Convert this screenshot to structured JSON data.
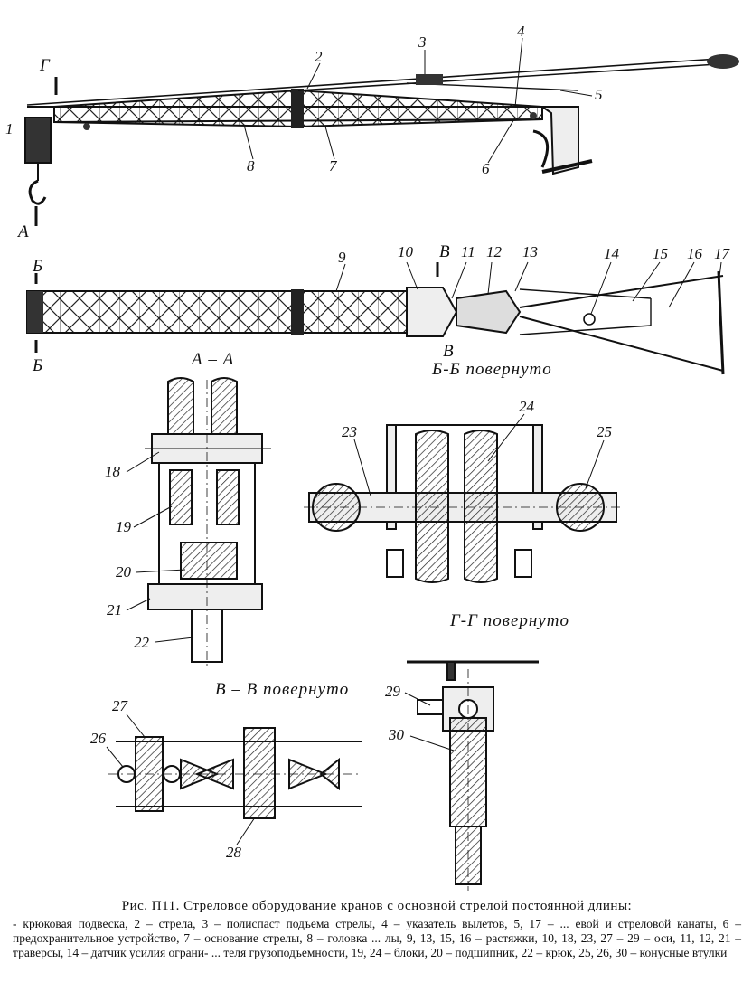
{
  "figure": {
    "title": "Рис. П11. Стреловое оборудование кранов с основной стрелой постоянной длины:",
    "legend": "- крюковая подвеска, 2 – стрела, 3 – полиспаст подъема стрелы, 4 – указатель вылетов, 5, 17 – ... евой и стреловой канаты, 6 – предохранительное устройство, 7 – основание стрелы, 8 – головка ... лы, 9, 13, 15, 16 – растяжки, 10, 18, 23, 27 – 29 – оси, 11, 12, 21 – траверсы, 14 – датчик усилия ограни- ... теля грузоподъемности, 19, 24 – блоки, 20 – подшипник, 22 – крюк, 25, 26, 30 – конусные втулки"
  },
  "sections": {
    "aa": "А – А",
    "bb": "Б-Б повернуто",
    "vv": "В – В повернуто",
    "gg": "Г-Г повернуто"
  },
  "marks": {
    "g": "Г",
    "a": "А",
    "b_top": "Б",
    "b_bottom": "Б",
    "v_top": "В",
    "v_bottom": "В"
  },
  "callouts": {
    "n1": "1",
    "n2": "2",
    "n3": "3",
    "n4": "4",
    "n5": "5",
    "n6": "6",
    "n7": "7",
    "n8": "8",
    "n9": "9",
    "n10": "10",
    "n11": "11",
    "n12": "12",
    "n13": "13",
    "n14": "14",
    "n15": "15",
    "n16": "16",
    "n17": "17",
    "n18": "18",
    "n19": "19",
    "n20": "20",
    "n21": "21",
    "n22": "22",
    "n23": "23",
    "n24": "24",
    "n25": "25",
    "n26": "26",
    "n27": "27",
    "n28": "28",
    "n29": "29",
    "n30": "30"
  }
}
